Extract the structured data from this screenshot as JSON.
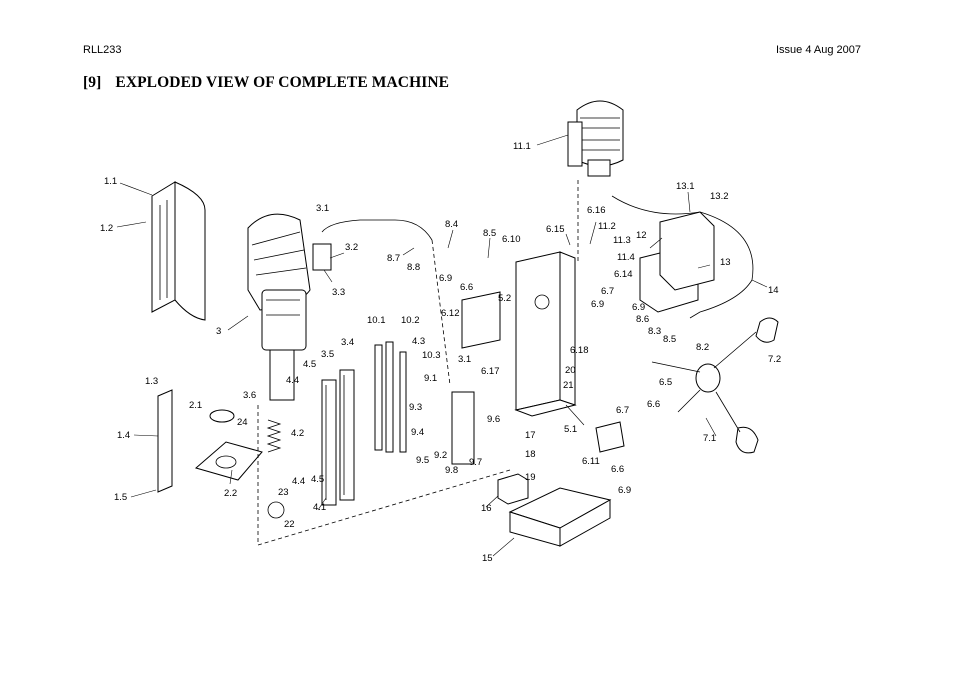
{
  "header": {
    "doc_id": "RLL233",
    "issue": "Issue 4 Aug 2007"
  },
  "title": {
    "number": "[9]",
    "text": "EXPLODED VIEW OF COMPLETE MACHINE"
  },
  "callouts": [
    {
      "id": "c-11-1",
      "text": "11.1"
    },
    {
      "id": "c-1-1",
      "text": "1.1"
    },
    {
      "id": "c-1-2",
      "text": "1.2"
    },
    {
      "id": "c-3-1",
      "text": "3.1"
    },
    {
      "id": "c-3-2",
      "text": "3.2"
    },
    {
      "id": "c-3-3",
      "text": "3.3"
    },
    {
      "id": "c-3",
      "text": "3"
    },
    {
      "id": "c-8-4",
      "text": "8.4"
    },
    {
      "id": "c-8-7",
      "text": "8.7"
    },
    {
      "id": "c-8-8",
      "text": "8.8"
    },
    {
      "id": "c-8-5a",
      "text": "8.5"
    },
    {
      "id": "c-6-10",
      "text": "6.10"
    },
    {
      "id": "c-6-15",
      "text": "6.15"
    },
    {
      "id": "c-6-16",
      "text": "6.16"
    },
    {
      "id": "c-11-2",
      "text": "11.2"
    },
    {
      "id": "c-11-3",
      "text": "11.3"
    },
    {
      "id": "c-11-4",
      "text": "11.4"
    },
    {
      "id": "c-12",
      "text": "12"
    },
    {
      "id": "c-13-1",
      "text": "13.1"
    },
    {
      "id": "c-13-2",
      "text": "13.2"
    },
    {
      "id": "c-13",
      "text": "13"
    },
    {
      "id": "c-14",
      "text": "14"
    },
    {
      "id": "c-6-9a",
      "text": "6.9"
    },
    {
      "id": "c-6-6a",
      "text": "6.6"
    },
    {
      "id": "c-5-2",
      "text": "5.2"
    },
    {
      "id": "c-6-12",
      "text": "6.12"
    },
    {
      "id": "c-6-14",
      "text": "6.14"
    },
    {
      "id": "c-6-7a",
      "text": "6.7"
    },
    {
      "id": "c-6-9b",
      "text": "6.9"
    },
    {
      "id": "c-6-9c",
      "text": "6.9"
    },
    {
      "id": "c-8-6",
      "text": "8.6"
    },
    {
      "id": "c-8-3",
      "text": "8.3"
    },
    {
      "id": "c-8-5b",
      "text": "8.5"
    },
    {
      "id": "c-8-2",
      "text": "8.2"
    },
    {
      "id": "c-7-2",
      "text": "7.2"
    },
    {
      "id": "c-10-1",
      "text": "10.1"
    },
    {
      "id": "c-10-2",
      "text": "10.2"
    },
    {
      "id": "c-4-3",
      "text": "4.3"
    },
    {
      "id": "c-10-3",
      "text": "10.3"
    },
    {
      "id": "c-3-4",
      "text": "3.4"
    },
    {
      "id": "c-3-5",
      "text": "3.5"
    },
    {
      "id": "c-4-5a",
      "text": "4.5"
    },
    {
      "id": "c-4-4a",
      "text": "4.4"
    },
    {
      "id": "c-3-1b",
      "text": "3.1"
    },
    {
      "id": "c-6-17",
      "text": "6.17"
    },
    {
      "id": "c-6-18",
      "text": "6.18"
    },
    {
      "id": "c-20",
      "text": "20"
    },
    {
      "id": "c-21",
      "text": "21"
    },
    {
      "id": "c-6-5",
      "text": "6.5"
    },
    {
      "id": "c-6-7b",
      "text": "6.7"
    },
    {
      "id": "c-6-6b",
      "text": "6.6"
    },
    {
      "id": "c-1-3",
      "text": "1.3"
    },
    {
      "id": "c-2-1",
      "text": "2.1"
    },
    {
      "id": "c-3-6",
      "text": "3.6"
    },
    {
      "id": "c-24",
      "text": "24"
    },
    {
      "id": "c-4-2",
      "text": "4.2"
    },
    {
      "id": "c-9-1",
      "text": "9.1"
    },
    {
      "id": "c-9-3",
      "text": "9.3"
    },
    {
      "id": "c-9-6",
      "text": "9.6"
    },
    {
      "id": "c-9-4",
      "text": "9.4"
    },
    {
      "id": "c-9-2",
      "text": "9.2"
    },
    {
      "id": "c-9-5",
      "text": "9.5"
    },
    {
      "id": "c-9-8",
      "text": "9.8"
    },
    {
      "id": "c-9-7",
      "text": "9.7"
    },
    {
      "id": "c-17",
      "text": "17"
    },
    {
      "id": "c-18",
      "text": "18"
    },
    {
      "id": "c-19",
      "text": "19"
    },
    {
      "id": "c-5-1",
      "text": "5.1"
    },
    {
      "id": "c-6-11",
      "text": "6.11"
    },
    {
      "id": "c-6-6c",
      "text": "6.6"
    },
    {
      "id": "c-6-9d",
      "text": "6.9"
    },
    {
      "id": "c-7-1",
      "text": "7.1"
    },
    {
      "id": "c-1-4",
      "text": "1.4"
    },
    {
      "id": "c-1-5",
      "text": "1.5"
    },
    {
      "id": "c-2-2",
      "text": "2.2"
    },
    {
      "id": "c-4-4b",
      "text": "4.4"
    },
    {
      "id": "c-4-5b",
      "text": "4.5"
    },
    {
      "id": "c-23",
      "text": "23"
    },
    {
      "id": "c-22",
      "text": "22"
    },
    {
      "id": "c-4-1",
      "text": "4.1"
    },
    {
      "id": "c-16",
      "text": "16"
    },
    {
      "id": "c-15",
      "text": "15"
    }
  ]
}
